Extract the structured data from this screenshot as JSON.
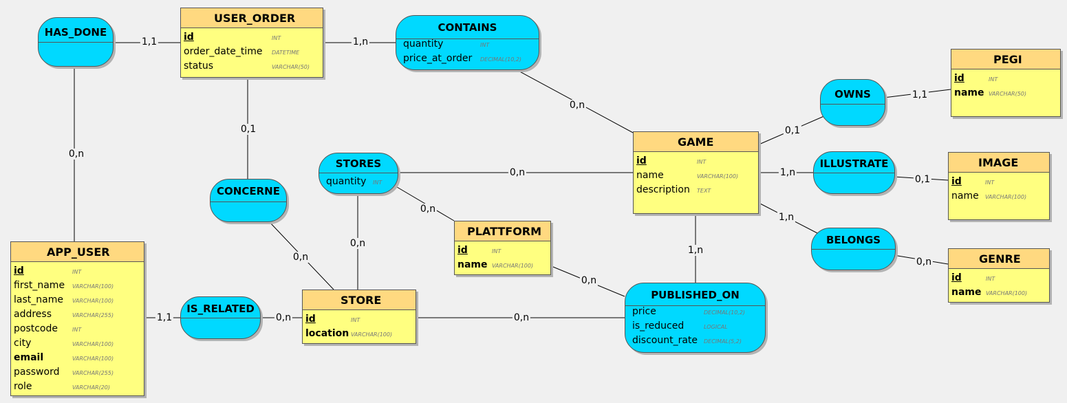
{
  "colors": {
    "entity_header": "#ffd980",
    "entity_body": "#ffff80",
    "association": "#00d9ff",
    "background": "#f0f0f0"
  },
  "entities": {
    "user_order": {
      "name": "USER_ORDER",
      "attrs": [
        {
          "label": "id",
          "type": "INT",
          "style": "key"
        },
        {
          "label": "order_date_time",
          "type": "DATETIME",
          "style": "normal"
        },
        {
          "label": "status",
          "type": "VARCHAR(50)",
          "style": "normal"
        }
      ]
    },
    "pegi": {
      "name": "PEGI",
      "attrs": [
        {
          "label": "id",
          "type": "INT",
          "style": "key"
        },
        {
          "label": "name",
          "type": "VARCHAR(50)",
          "style": "bold"
        }
      ]
    },
    "game": {
      "name": "GAME",
      "attrs": [
        {
          "label": "id",
          "type": "INT",
          "style": "key"
        },
        {
          "label": "name",
          "type": "VARCHAR(100)",
          "style": "normal"
        },
        {
          "label": "description",
          "type": "TEXT",
          "style": "normal"
        }
      ]
    },
    "image": {
      "name": "IMAGE",
      "attrs": [
        {
          "label": "id",
          "type": "INT",
          "style": "key"
        },
        {
          "label": "name",
          "type": "VARCHAR(100)",
          "style": "normal"
        }
      ]
    },
    "plattform": {
      "name": "PLATTFORM",
      "attrs": [
        {
          "label": "id",
          "type": "INT",
          "style": "key"
        },
        {
          "label": "name",
          "type": "VARCHAR(100)",
          "style": "bold"
        }
      ]
    },
    "genre": {
      "name": "GENRE",
      "attrs": [
        {
          "label": "id",
          "type": "INT",
          "style": "key"
        },
        {
          "label": "name",
          "type": "VARCHAR(100)",
          "style": "bold"
        }
      ]
    },
    "app_user": {
      "name": "APP_USER",
      "attrs": [
        {
          "label": "id",
          "type": "INT",
          "style": "key"
        },
        {
          "label": "first_name",
          "type": "VARCHAR(100)",
          "style": "normal"
        },
        {
          "label": "last_name",
          "type": "VARCHAR(100)",
          "style": "normal"
        },
        {
          "label": "address",
          "type": "VARCHAR(255)",
          "style": "normal"
        },
        {
          "label": "postcode",
          "type": "INT",
          "style": "normal"
        },
        {
          "label": "city",
          "type": "VARCHAR(100)",
          "style": "normal"
        },
        {
          "label": "email",
          "type": "VARCHAR(100)",
          "style": "bold"
        },
        {
          "label": "password",
          "type": "VARCHAR(255)",
          "style": "normal"
        },
        {
          "label": "role",
          "type": "VARCHAR(20)",
          "style": "normal"
        }
      ]
    },
    "store": {
      "name": "STORE",
      "attrs": [
        {
          "label": "id",
          "type": "INT",
          "style": "key"
        },
        {
          "label": "location",
          "type": "VARCHAR(100)",
          "style": "bold"
        }
      ]
    }
  },
  "associations": {
    "has_done": {
      "name": "HAS_DONE",
      "attrs": []
    },
    "contains": {
      "name": "CONTAINS",
      "attrs": [
        {
          "label": "quantity",
          "type": "INT",
          "style": "normal"
        },
        {
          "label": "price_at_order",
          "type": "DECIMAL(10,2)",
          "style": "normal"
        }
      ]
    },
    "owns": {
      "name": "OWNS",
      "attrs": []
    },
    "stores": {
      "name": "STORES",
      "attrs": [
        {
          "label": "quantity",
          "type": "INT",
          "style": "normal"
        }
      ]
    },
    "illustrate": {
      "name": "ILLUSTRATE",
      "attrs": []
    },
    "concerne": {
      "name": "CONCERNE",
      "attrs": []
    },
    "belongs": {
      "name": "BELONGS",
      "attrs": []
    },
    "is_related": {
      "name": "IS_RELATED",
      "attrs": []
    },
    "published_on": {
      "name": "PUBLISHED_ON",
      "attrs": [
        {
          "label": "price",
          "type": "DECIMAL(10,2)",
          "style": "normal"
        },
        {
          "label": "is_reduced",
          "type": "LOGICAL",
          "style": "normal"
        },
        {
          "label": "discount_rate",
          "type": "DECIMAL(5,2)",
          "style": "normal"
        }
      ]
    }
  },
  "cardinalities": [
    "1,1",
    "1,n",
    "0,n",
    "0,n",
    "1,1",
    "0,n",
    "0,n",
    "0,1",
    "1,n",
    "0,1",
    "0,1",
    "0,n",
    "0,n",
    "1,n",
    "1,n",
    "0,n",
    "0,n",
    "1,1",
    "0,n",
    "0,n"
  ]
}
